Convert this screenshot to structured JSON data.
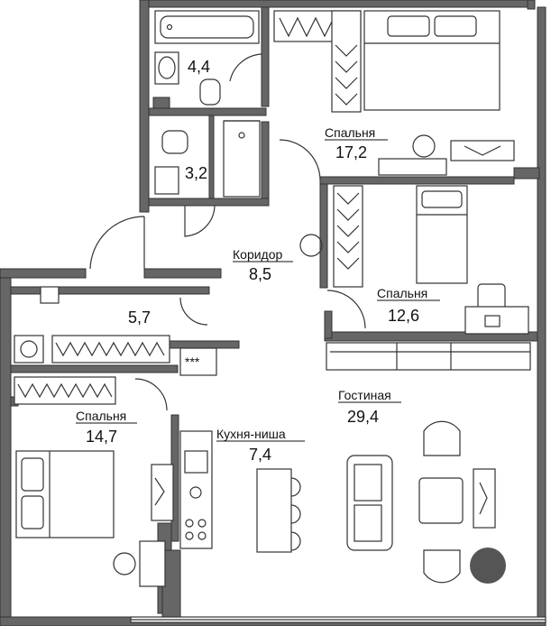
{
  "rooms": {
    "bath1": {
      "area": "4,4"
    },
    "bath2": {
      "area": "3,2"
    },
    "bedroom1": {
      "label": "Спальня",
      "area": "17,2"
    },
    "bedroom2": {
      "label": "Спальня",
      "area": "12,6"
    },
    "corridor": {
      "label": "Коридор",
      "area": "8,5"
    },
    "storage": {
      "area": "5,7"
    },
    "bedroom3": {
      "label": "Спальня",
      "area": "14,7"
    },
    "kitchen": {
      "label": "Кухня-ниша",
      "area": "7,4"
    },
    "living": {
      "label": "Гостиная",
      "area": "29,4"
    }
  },
  "appliance_label": "***",
  "colors": {
    "wall": "#666666",
    "outline": "#333333",
    "dot": "#555555"
  }
}
